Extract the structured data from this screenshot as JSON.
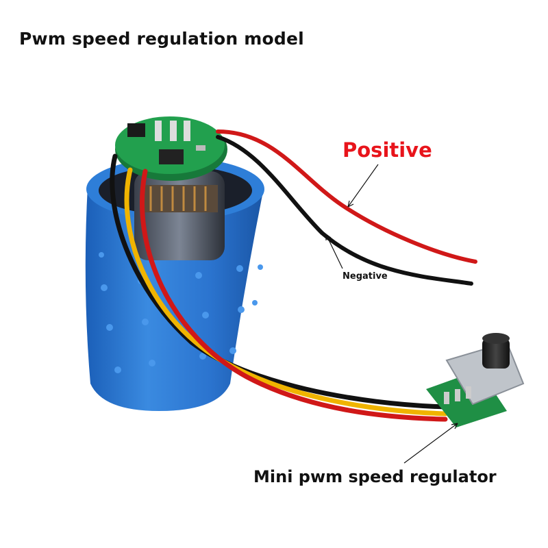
{
  "title": "Pwm speed regulation model",
  "labels": {
    "positive": "Positive",
    "negative": "Negative",
    "regulator": "Mini pwm speed regulator"
  },
  "colors": {
    "positive_label": "#e8141b",
    "sleeve_blue": "#2f7fd6",
    "pcb_green": "#1f8f45",
    "wire_red": "#d01818",
    "wire_black": "#111111",
    "wire_yellow": "#f0b400"
  }
}
